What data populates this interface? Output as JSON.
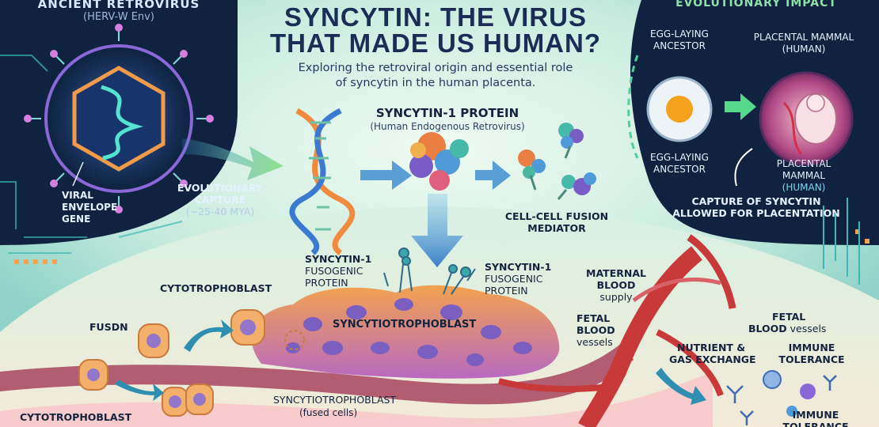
{
  "header": {
    "title_line1": "SYNCYTIN: THE VIRUS",
    "title_line2": "THAT MADE US HUMAN?",
    "subtitle_line1": "Exploring the retroviral origin and essential role",
    "subtitle_line2": "of syncytin in the human placenta."
  },
  "left_panel": {
    "heading": "ANCIENT RETROVIRUS",
    "heading_sub": "(HERV-W Env)",
    "viral_gene": [
      "VIRAL",
      "ENVELOPE",
      "GENE"
    ],
    "capture_label": [
      "EVOLUTIONARY",
      "CAPTURE"
    ],
    "capture_time": "(~25-40 MYA)"
  },
  "center": {
    "protein_title": "SYNCYTIN-1 PROTEIN",
    "protein_sub": "(Human Endogenous Retrovirus)",
    "fusion_label": [
      "CELL-CELL FUSION",
      "MEDIATOR"
    ]
  },
  "right_panel": {
    "heading": "EVOLUTIONARY IMPACT",
    "egg_top": [
      "EGG-LAYING",
      "ANCESTOR"
    ],
    "mammal_top": [
      "PLACENTAL MAMMAL",
      "(HUMAN)"
    ],
    "egg_bottom": [
      "EGG-LAYING",
      "ANCESTOR"
    ],
    "mammal_bottom": [
      "PLACENTAL",
      "MAMMAL",
      "(HUMAN)"
    ],
    "capture_note": [
      "CAPTURE OF SYNCYTIN",
      "ALLOWED FOR PLACENTATION"
    ]
  },
  "placenta": {
    "syncytin_left": [
      "SYNCYTIN-1",
      "FUSOGENIC",
      "PROTEIN"
    ],
    "syncytin_right": [
      "SYNCYTIN-1",
      "FUSOGENIC",
      "PROTEIN"
    ],
    "cytotrophoblast_top": "CYTOTROPHOBLAST",
    "fusion": "FUSDN",
    "syncytiotrophoblast": "SYNCYTIOTROPHOBLAST",
    "syncytio_bottom": "SYNCYTIOTROPHOBLAST",
    "syncytio_bottom_sub": "(fused cells)",
    "cytotrophoblast_bottom": "CYTOTROPHOBLAST",
    "maternal": [
      "MATERNAL",
      "BLOOD"
    ],
    "maternal_sub": "supply",
    "fetal_left": [
      "FETAL",
      "BLOOD"
    ],
    "fetal_left_sub": "vessels",
    "fetal_right": "FETAL",
    "fetal_right_sub_bold": "BLOOD",
    "fetal_right_sub": " vessels",
    "nutrient": [
      "NUTRIENT &",
      "GAS EXCHANGE"
    ],
    "immune": [
      "IMMUNE",
      "TOLERANCE"
    ],
    "immune_bottom": [
      "IMMUNE",
      "TOLERANCE"
    ]
  },
  "colors": {
    "dark_bg": "#0f2340",
    "center_bg": "#d9f1e6",
    "title": "#1b2d55",
    "syncytio": "#e6874f",
    "vessel_red": "#c8393a",
    "nucleus": "#7b5fc0"
  }
}
